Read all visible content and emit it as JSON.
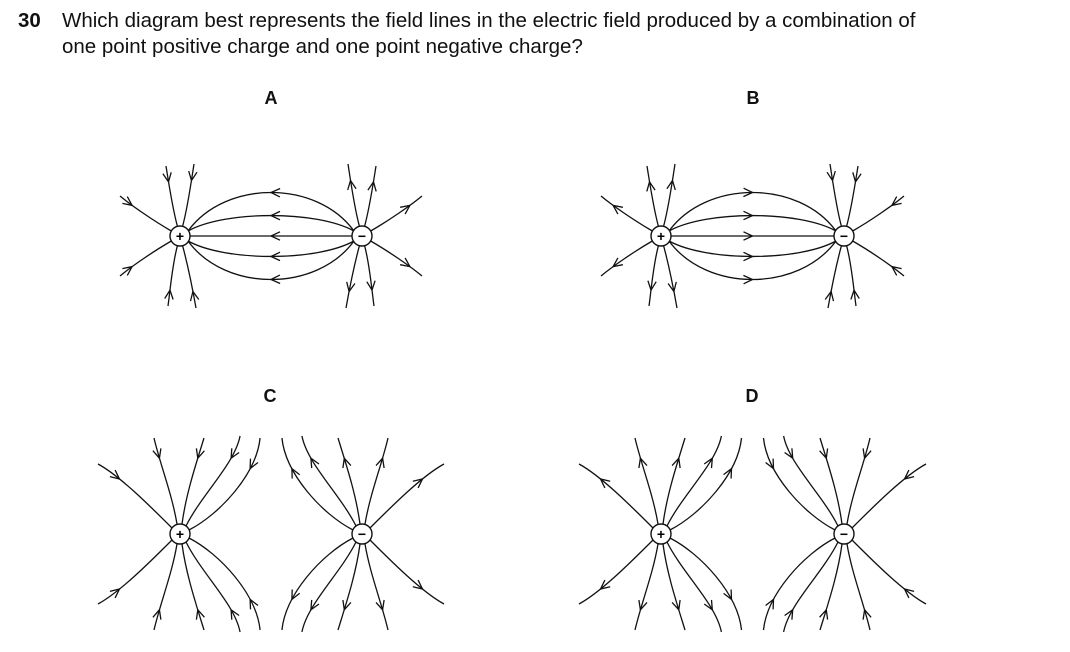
{
  "question": {
    "number": "30",
    "line1": "Which diagram best represents the field lines in the electric field produced by a combination of",
    "line2": "one point positive charge and one point negative charge?"
  },
  "options": [
    {
      "label": "A",
      "left_sign": "+",
      "right_sign": "−"
    },
    {
      "label": "B",
      "left_sign": "+",
      "right_sign": "−"
    },
    {
      "label": "C",
      "left_sign": "+",
      "right_sign": "−"
    },
    {
      "label": "D",
      "left_sign": "+",
      "right_sign": "−"
    }
  ]
}
